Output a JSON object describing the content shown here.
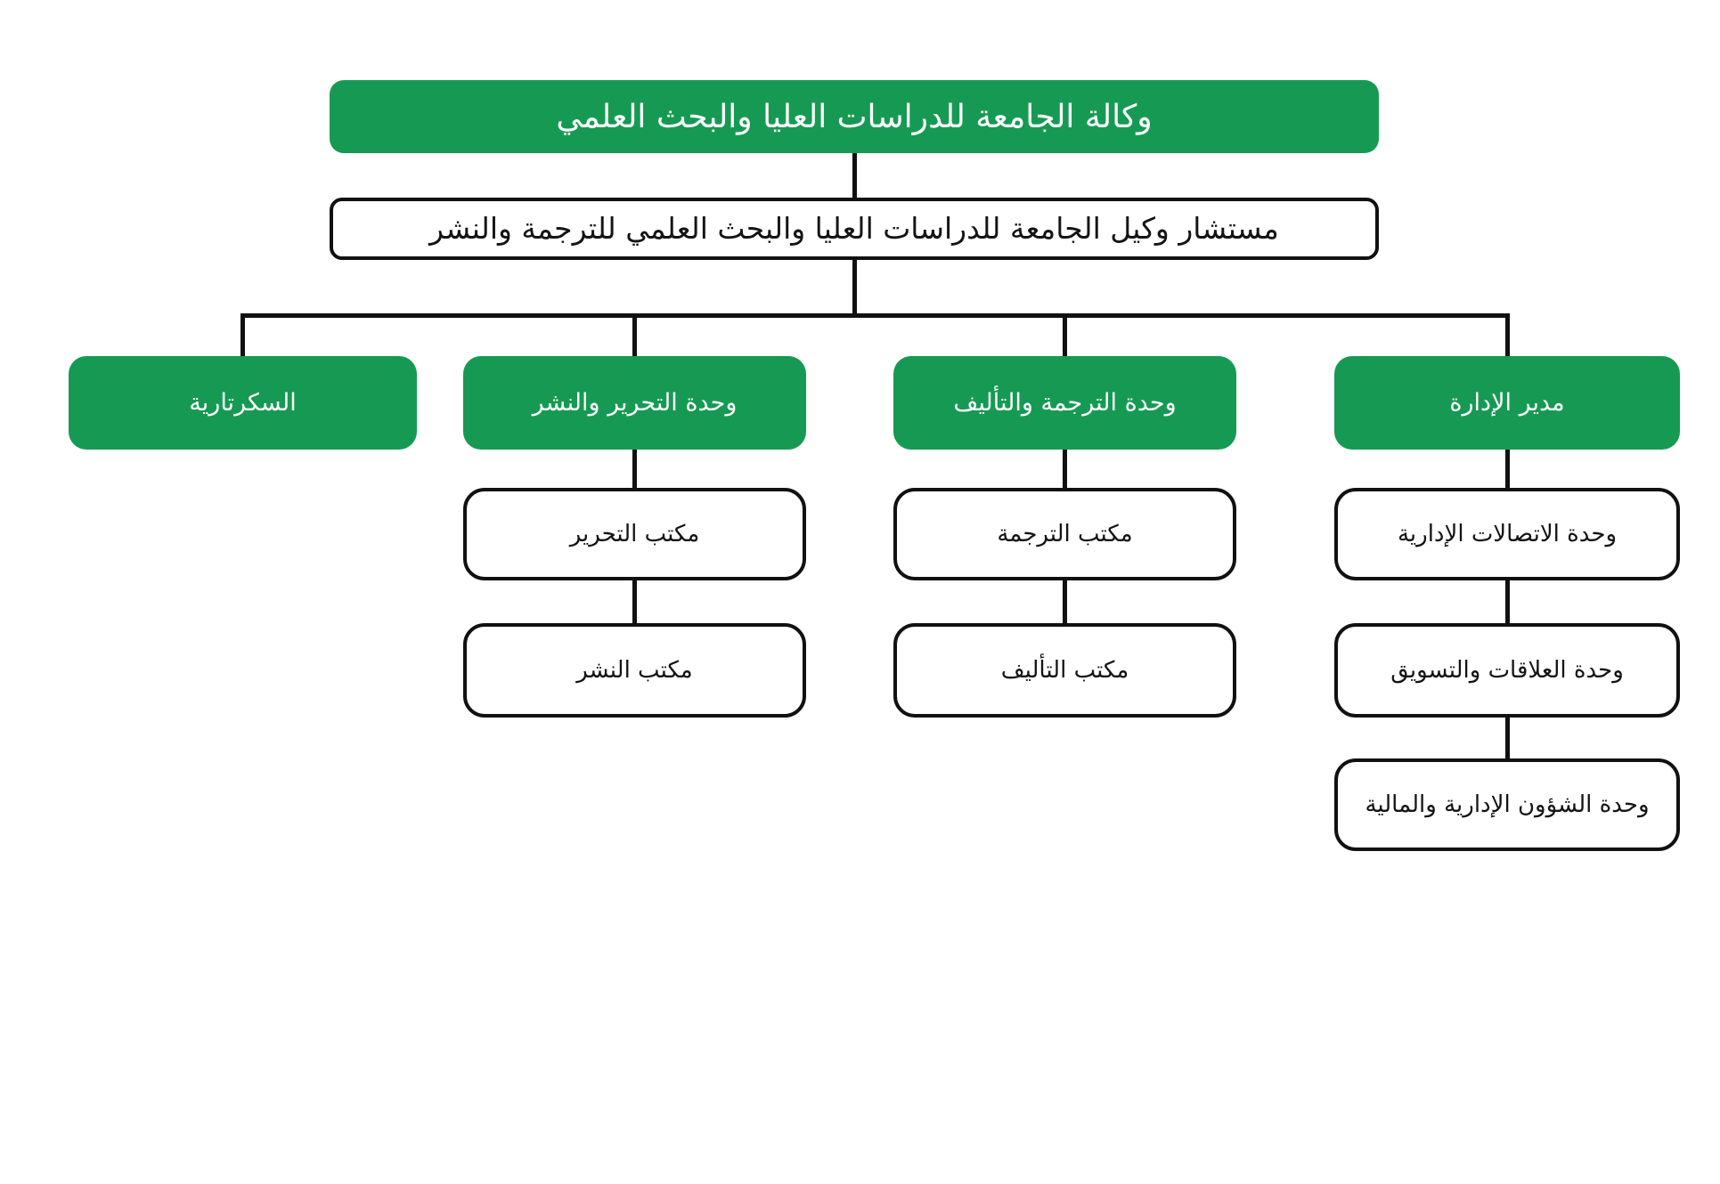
{
  "colors": {
    "node_green": "#169a53",
    "node_white": "#ffffff",
    "line_black": "#111111",
    "text_on_green": "#ffffff",
    "text_on_white": "#141414",
    "background": "#ffffff"
  },
  "org": {
    "root": {
      "label": "وكالة الجامعة للدراسات العليا والبحث العلمي"
    },
    "advisor": {
      "label": "مستشار وكيل الجامعة للدراسات العليا والبحث العلمي للترجمة والنشر"
    },
    "units": [
      {
        "label": "السكرتارية",
        "children": []
      },
      {
        "label": "وحدة التحرير والنشر",
        "children": [
          "مكتب التحرير",
          "مكتب النشر"
        ]
      },
      {
        "label": "وحدة الترجمة والتأليف",
        "children": [
          "مكتب الترجمة",
          "مكتب التأليف"
        ]
      },
      {
        "label": "مدير الإدارة",
        "children": [
          "وحدة الاتصالات الإدارية",
          "وحدة العلاقات والتسويق",
          "وحدة الشؤون الإدارية والمالية"
        ]
      }
    ]
  }
}
